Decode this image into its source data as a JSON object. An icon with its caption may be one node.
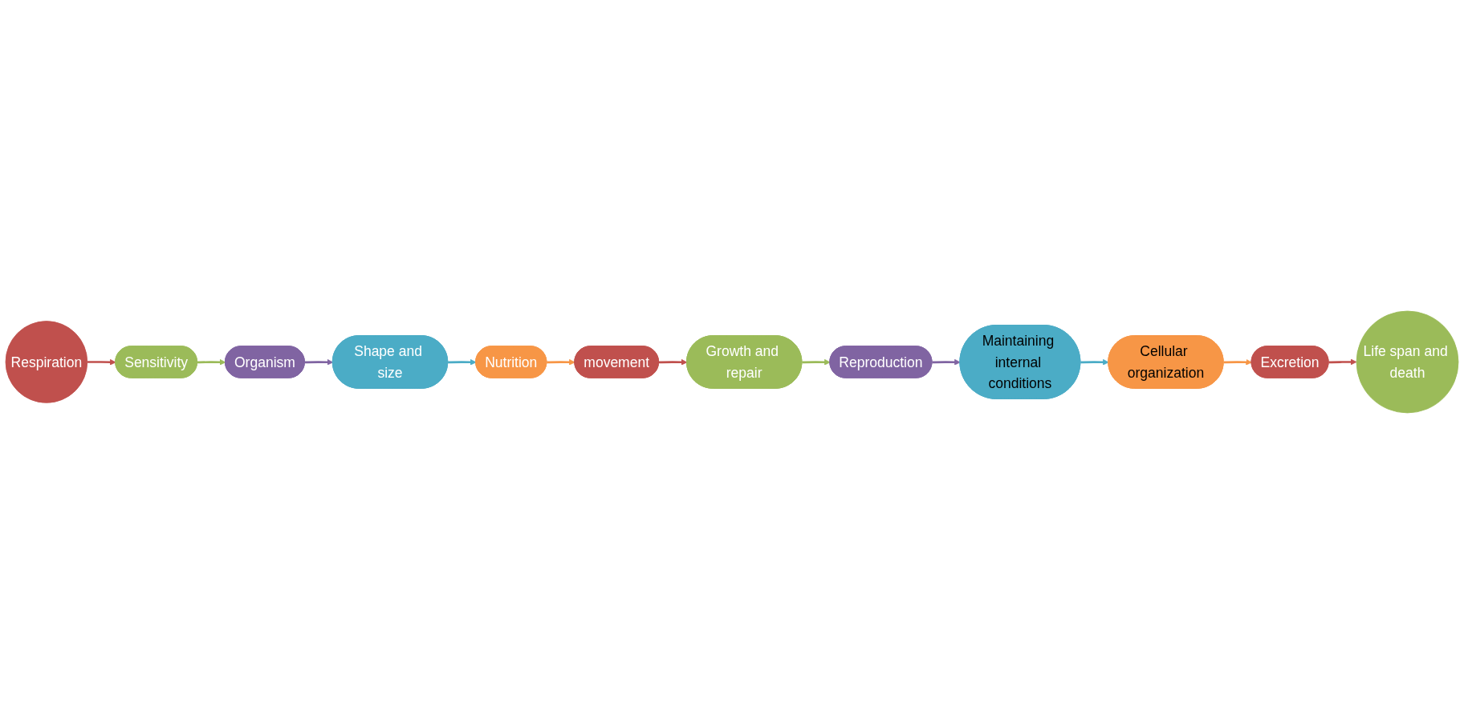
{
  "diagram": {
    "nodes": [
      {
        "text": [
          "Respiration"
        ]
      },
      {
        "text": [
          "Sensitivity"
        ]
      },
      {
        "text": [
          "Organism"
        ]
      },
      {
        "text": [
          "Shape and size"
        ]
      },
      {
        "text": [
          "Nutrition"
        ]
      },
      {
        "text": [
          "movement"
        ]
      },
      {
        "text": [
          "Growth and repair"
        ]
      },
      {
        "text": [
          "Reproduction"
        ]
      },
      {
        "text": [
          "Maintaining internal conditions"
        ]
      },
      {
        "text": [
          "Cellular organization"
        ]
      },
      {
        "text": [
          "Excretion"
        ]
      },
      {
        "text": [
          "Life span and death"
        ]
      }
    ],
    "edges": [
      {
        "from": 0,
        "to": 1,
        "arrow": "to",
        "color": "#c0504d"
      },
      {
        "from": 1,
        "to": 2,
        "arrow": "to",
        "color": "#9bbb59"
      },
      {
        "from": 2,
        "to": 3,
        "arrow": "to",
        "color": "#8064a2"
      },
      {
        "from": 3,
        "to": 4,
        "arrow": "to",
        "color": "#4bacc6"
      },
      {
        "from": 4,
        "to": 5,
        "arrow": "to",
        "color": "#f79646"
      },
      {
        "from": 5,
        "to": 6,
        "arrow": "to",
        "color": "#c0504d"
      },
      {
        "from": 6,
        "to": 7,
        "arrow": "to",
        "color": "#9bbb59"
      },
      {
        "from": 7,
        "to": 8,
        "arrow": "to",
        "color": "#8064a2"
      },
      {
        "from": 8,
        "to": 9,
        "arrow": "to",
        "color": "#4bacc6"
      },
      {
        "from": 9,
        "to": 10,
        "arrow": "to",
        "color": "#f79646"
      },
      {
        "from": 10,
        "to": 11,
        "arrow": "to",
        "color": "#c0504d"
      }
    ]
  }
}
